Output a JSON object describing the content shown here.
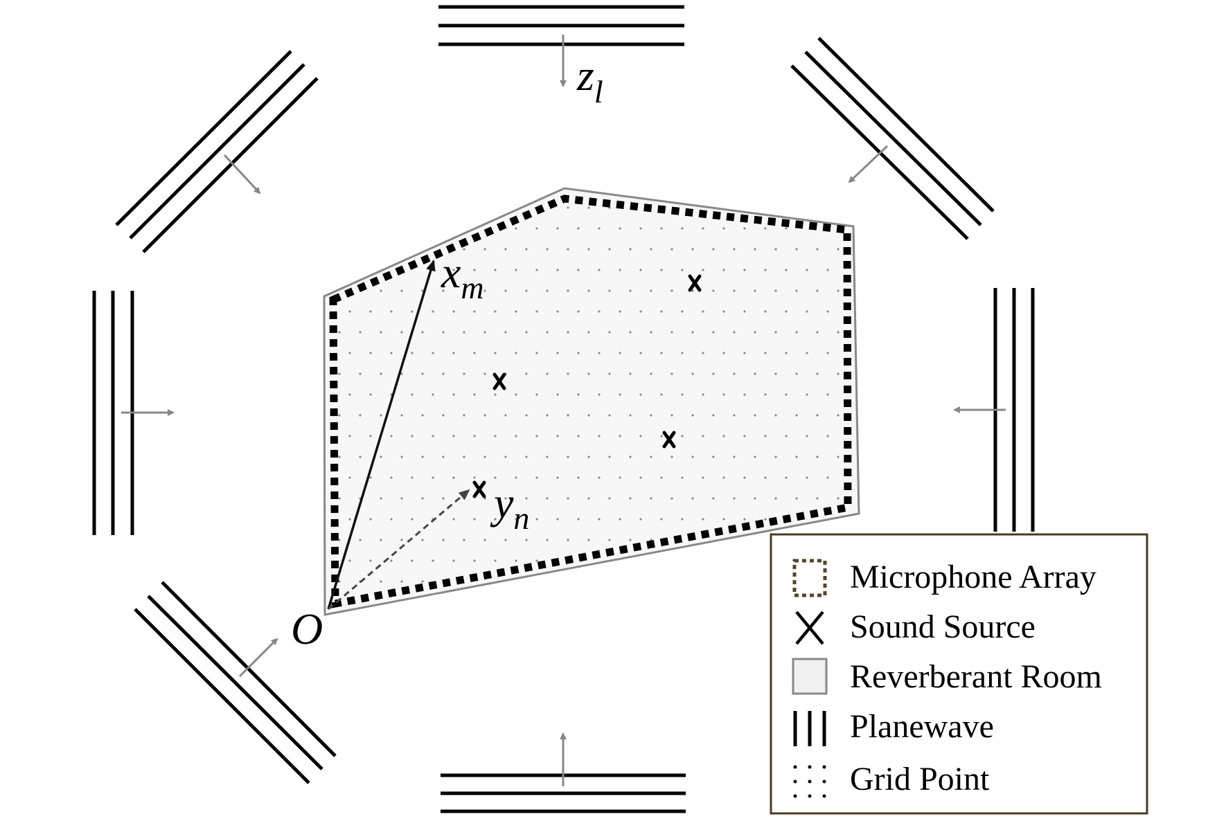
{
  "labels": {
    "origin": "O",
    "mic_vector": {
      "base": "x",
      "subscript": "m"
    },
    "source_vector": {
      "base": "y",
      "subscript": "n"
    },
    "planewave_direction": {
      "base": "z",
      "subscript": "l"
    }
  },
  "legend": {
    "items": [
      {
        "label": "Microphone Array",
        "icon": "dotted-square-icon"
      },
      {
        "label": "Sound Source",
        "icon": "cross-icon"
      },
      {
        "label": "Reverberant Room",
        "icon": "gray-square-icon"
      },
      {
        "label": "Planewave",
        "icon": "triple-bar-icon"
      },
      {
        "label": "Grid Point",
        "icon": "dot-grid-icon"
      }
    ]
  },
  "colors": {
    "room_fill": "#f7f7f7",
    "room_border": "#888888",
    "arrow_gray": "#888888",
    "legend_border": "#4a3b22",
    "mic_legend_color": "#5a4526"
  }
}
